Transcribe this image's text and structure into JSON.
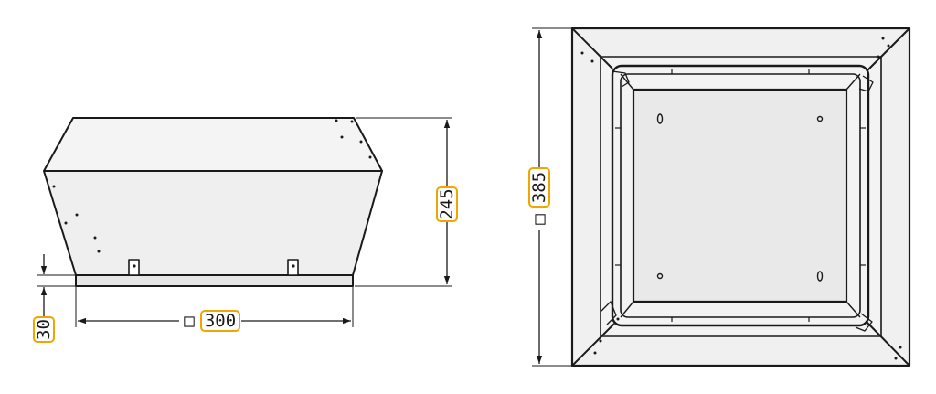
{
  "side_view": {
    "height_label": "245",
    "flange_label": "30",
    "width_label": "300",
    "width_prefix": "□"
  },
  "top_view": {
    "size_label": "385",
    "size_prefix": "□"
  },
  "colors": {
    "line": "#1a1a1a",
    "body_fill": "#f2f2f2",
    "plate_fill": "#e8e8e8",
    "label_border": "#f0a500",
    "label_fill": "#ffffff"
  }
}
